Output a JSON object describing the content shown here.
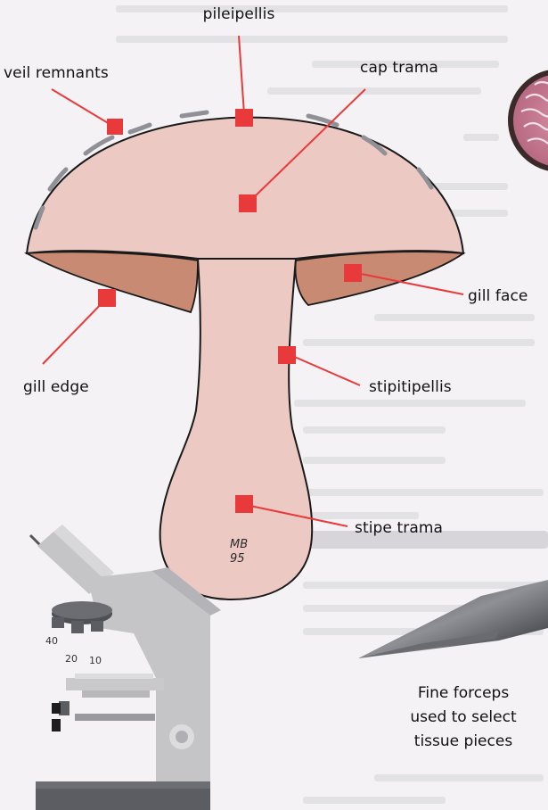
{
  "labels": {
    "pileipellis": "pileipellis",
    "veil_remnants": "veil remnants",
    "cap_trama": "cap trama",
    "gill_face": "gill face",
    "gill_edge": "gill edge",
    "stipitipellis": "stipitipellis",
    "stipe_trama": "stipe trama"
  },
  "specimen_mark": {
    "letters": "MB",
    "number": "95"
  },
  "objective_labels": [
    "40",
    "20",
    "10"
  ],
  "forceps_caption": [
    "Fine forceps",
    "used to select",
    "tissue pieces"
  ],
  "colors": {
    "cap_fill": "#ecc9c3",
    "gill_fill": "#c98a73",
    "marker": "#e83a3a",
    "leader": "#e83a3a",
    "veil": "#8f9196",
    "microscope_light": "#c5c5c8",
    "microscope_dark": "#5c5d62"
  }
}
